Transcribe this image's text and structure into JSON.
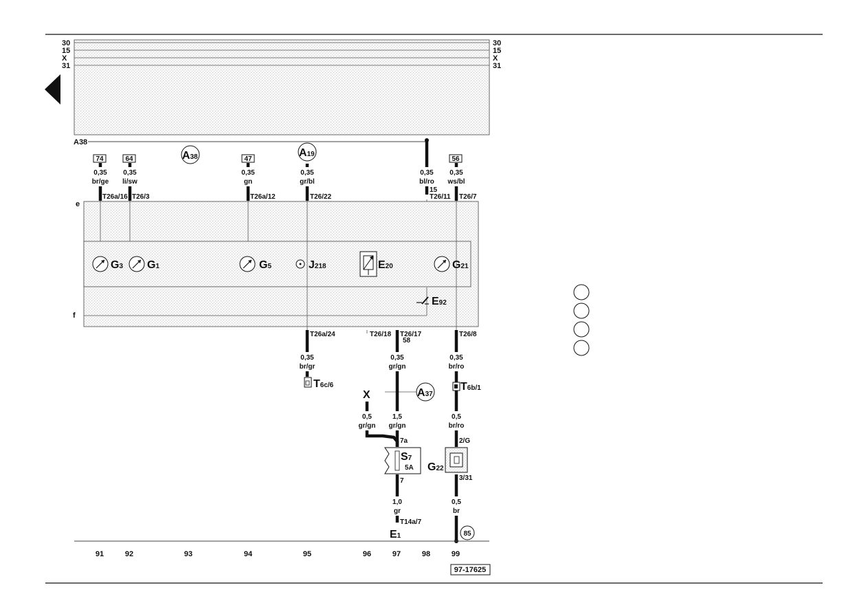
{
  "rails": [
    "30",
    "15",
    "X",
    "31"
  ],
  "back_arrow_icon": "triangle-left-icon",
  "unit_labels": {
    "a38": "A38",
    "e": "e",
    "f": "f"
  },
  "boxes": {
    "b74": "74",
    "b64": "64",
    "b47": "47",
    "b56": "56"
  },
  "wires": {
    "w91": [
      "0,35",
      "br/ge"
    ],
    "w92": [
      "0,35",
      "li/sw"
    ],
    "w94": [
      "0,35",
      "gn"
    ],
    "w95": [
      "0,35",
      "gr/bl"
    ],
    "w98": [
      "0,35",
      "bl/ro"
    ],
    "w99": [
      "0,35",
      "ws/bl"
    ],
    "w95b": [
      "0,35",
      "br/gr"
    ],
    "w97b": [
      "0,35",
      "gr/gn"
    ],
    "w99b": [
      "0,35",
      "br/ro"
    ],
    "w96x": [
      "0,5",
      "gr/gn"
    ],
    "w97c": [
      "1,5",
      "gr/gn"
    ],
    "w99c": [
      "0,5",
      "br/ro"
    ],
    "w97d": [
      "1,0",
      "gr"
    ],
    "w99d": [
      "0,5",
      "br"
    ]
  },
  "connectors": {
    "t91": "T26a/16",
    "t92": "T26/3",
    "t94": "T26a/12",
    "t95": "T26/22",
    "t98": "T26/11",
    "t99": "T26/7",
    "t95b": "T26a/24",
    "t96": "T26/18",
    "t97": "T26/17",
    "t99b": "T26/8",
    "pin15": "15",
    "pin58": "58",
    "p7a": "7a",
    "p7": "7",
    "p2g": "2/G",
    "p331": "3/31",
    "t14": "T14a/7"
  },
  "components": {
    "g3": {
      "main": "G",
      "sub": "3"
    },
    "g1": {
      "main": "G",
      "sub": "1"
    },
    "g5": {
      "main": "G",
      "sub": "5"
    },
    "j218": {
      "main": "J",
      "sub": "218"
    },
    "e20": {
      "main": "E",
      "sub": "20"
    },
    "g21": {
      "main": "G",
      "sub": "21"
    },
    "e92": {
      "main": "E",
      "sub": "92"
    },
    "t6c": {
      "main": "T",
      "sub": "6c/6"
    },
    "t6b": {
      "main": "T",
      "sub": "6b/1"
    },
    "s7": {
      "main": "S",
      "sub": "7"
    },
    "s7amp": "5A",
    "g22": {
      "main": "G",
      "sub": "22"
    },
    "e1": {
      "main": "E",
      "sub": "1"
    },
    "x_label": "X"
  },
  "circles": {
    "a38": {
      "main": "A",
      "sub": "38"
    },
    "a19": {
      "main": "A",
      "sub": "19"
    },
    "a37": {
      "main": "A",
      "sub": "37"
    },
    "c85": "85"
  },
  "columns": [
    "91",
    "92",
    "93",
    "94",
    "95",
    "96",
    "97",
    "98",
    "99"
  ],
  "diagram_number": "97-17625"
}
